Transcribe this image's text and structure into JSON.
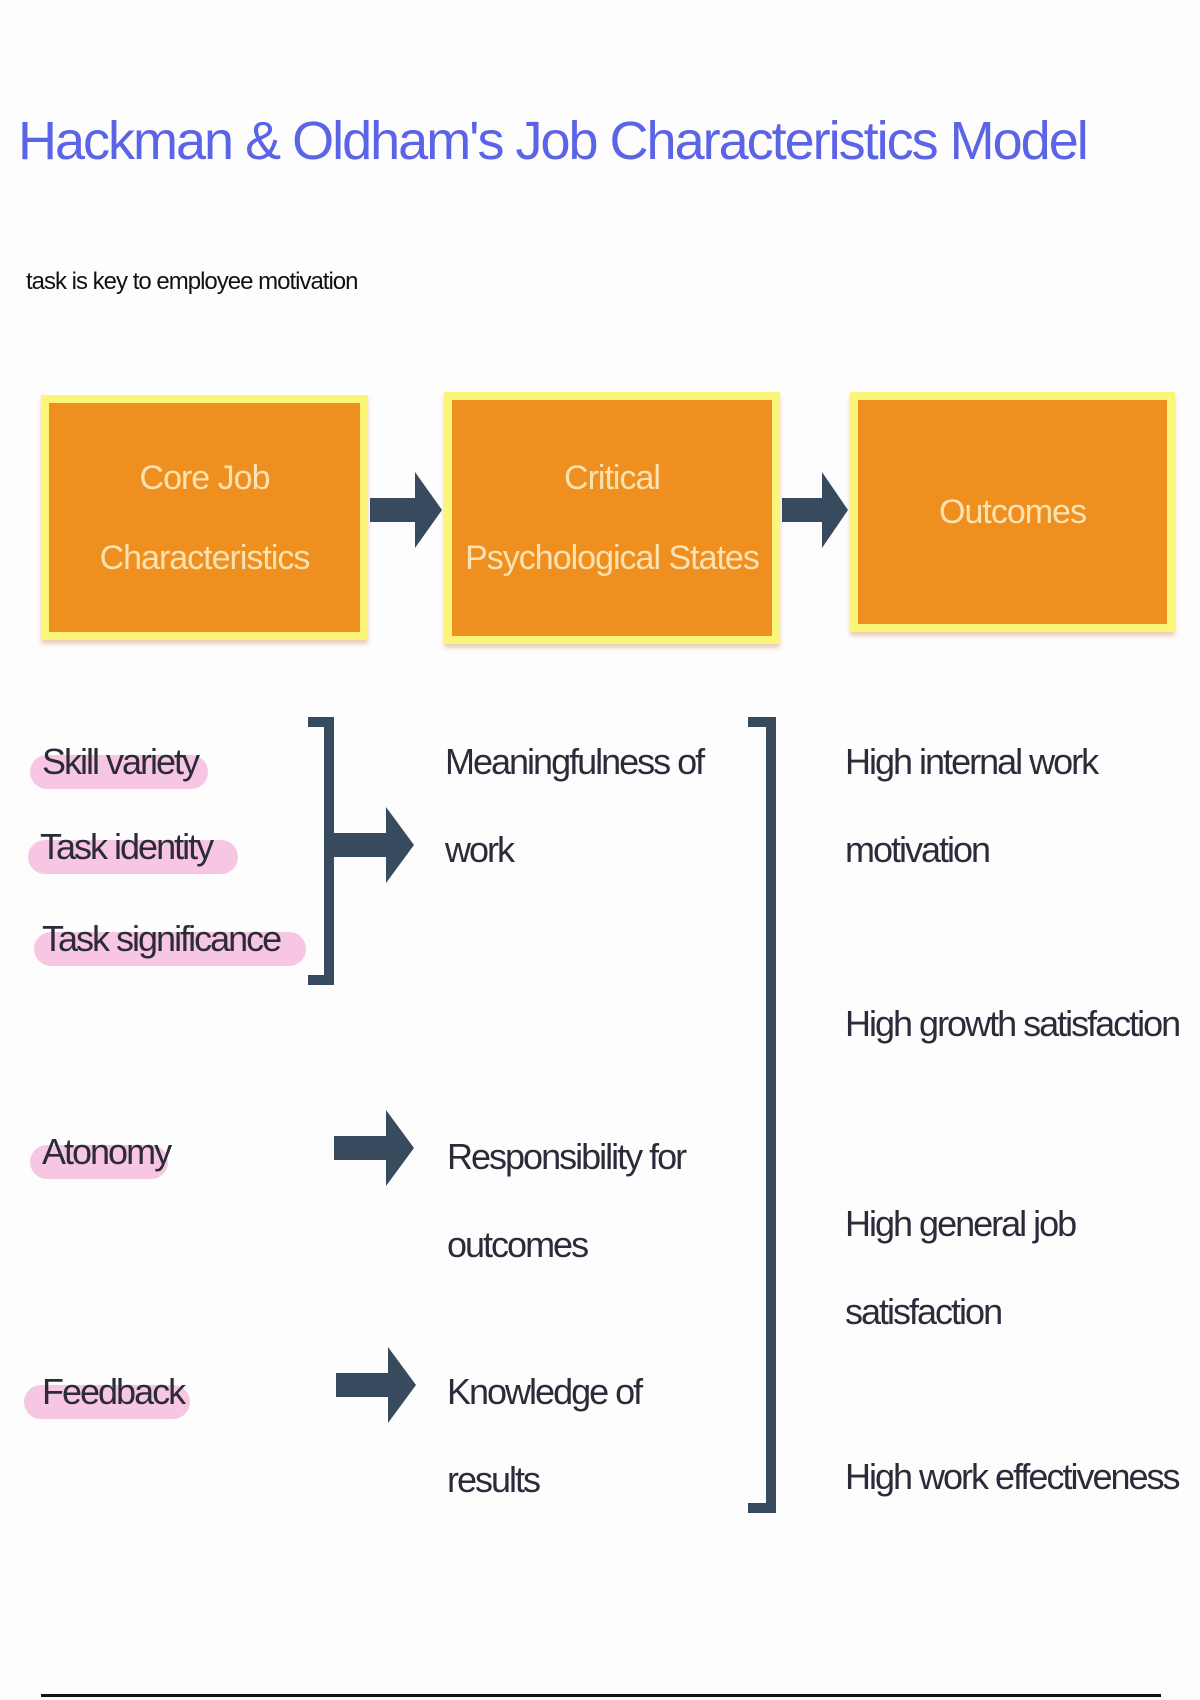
{
  "title": "Hackman & Oldham's Job Characteristics Model",
  "subtitle": "task is key to employee motivation",
  "headers": [
    "Core Job Characteristics",
    "Critical Psychological States",
    "Outcomes"
  ],
  "headers_lines": [
    [
      "Core Job",
      "Characteristics"
    ],
    [
      "Critical",
      "Psychological States"
    ],
    [
      "Outcomes"
    ]
  ],
  "core": [
    "Skill variety",
    "Task identity",
    "Task significance",
    "Atonomy",
    "Feedback"
  ],
  "states": [
    [
      "Meaningfulness of",
      "work"
    ],
    [
      "Responsibility for",
      "outcomes"
    ],
    [
      "Knowledge of",
      "results"
    ]
  ],
  "outcomes": [
    [
      "High internal work",
      "motivation"
    ],
    [
      "High growth satisfaction"
    ],
    [
      "High general job",
      "satisfaction"
    ],
    [
      "High work effectiveness"
    ]
  ],
  "colors": {
    "title": "#5b63e6",
    "box": "#ef8f20",
    "box_border": "#fbf579",
    "arrow": "#384a5e",
    "highlight": "#f7c6e2"
  }
}
